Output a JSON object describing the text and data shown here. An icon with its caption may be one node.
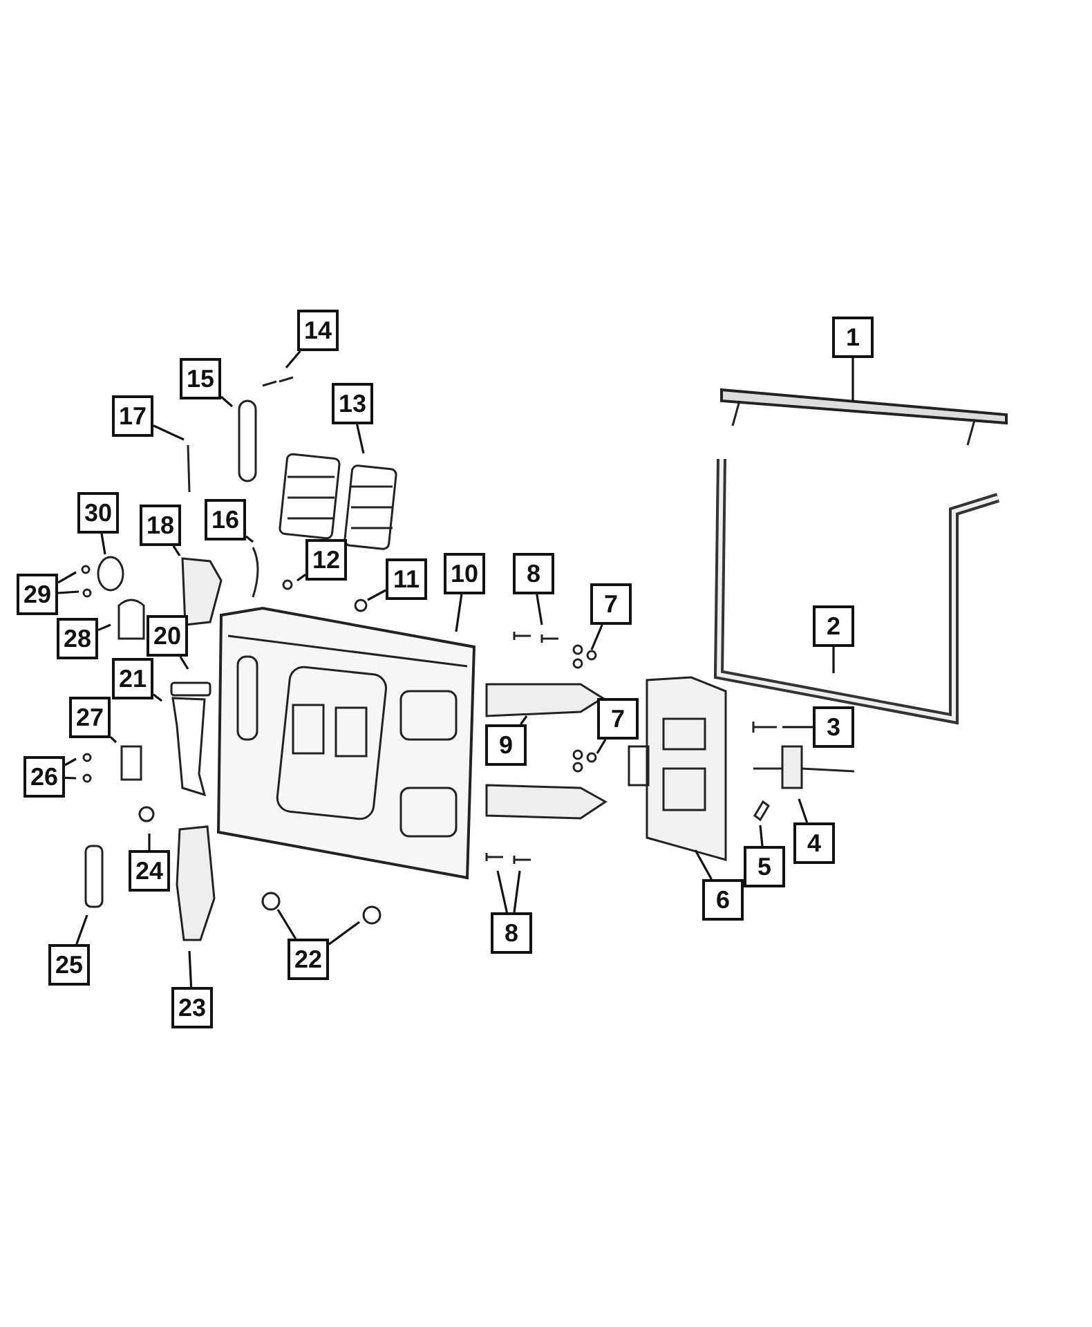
{
  "diagram": {
    "nodes": [
      {
        "text": [
          "1"
        ]
      },
      {
        "text": [
          "2"
        ]
      },
      {
        "text": [
          "3"
        ]
      },
      {
        "text": [
          "4"
        ]
      },
      {
        "text": [
          "5"
        ]
      },
      {
        "text": [
          "6"
        ]
      },
      {
        "text": [
          "7"
        ]
      },
      {
        "text": [
          "7"
        ]
      },
      {
        "text": [
          "8"
        ]
      },
      {
        "text": [
          "8"
        ]
      },
      {
        "text": [
          "9"
        ]
      },
      {
        "text": [
          "10"
        ]
      },
      {
        "text": [
          "11"
        ]
      },
      {
        "text": [
          "12"
        ]
      },
      {
        "text": [
          "13"
        ]
      },
      {
        "text": [
          "14"
        ]
      },
      {
        "text": [
          "15"
        ]
      },
      {
        "text": [
          "16"
        ]
      },
      {
        "text": [
          "17"
        ]
      },
      {
        "text": [
          "18"
        ]
      },
      {
        "text": [
          "20"
        ]
      },
      {
        "text": [
          "21"
        ]
      },
      {
        "text": [
          "22"
        ]
      },
      {
        "text": [
          "23"
        ]
      },
      {
        "text": [
          "24"
        ]
      },
      {
        "text": [
          "25"
        ]
      },
      {
        "text": [
          "26"
        ]
      },
      {
        "text": [
          "27"
        ]
      },
      {
        "text": [
          "28"
        ]
      },
      {
        "text": [
          "29"
        ]
      },
      {
        "text": [
          "30"
        ]
      }
    ],
    "edges": [
      {
        "from": 0,
        "to": null,
        "arrow": "none"
      },
      {
        "from": 1,
        "to": null,
        "arrow": "none"
      },
      {
        "from": 2,
        "to": null,
        "arrow": "none"
      },
      {
        "from": 3,
        "to": null,
        "arrow": "none"
      },
      {
        "from": 4,
        "to": null,
        "arrow": "none"
      },
      {
        "from": 5,
        "to": null,
        "arrow": "none"
      },
      {
        "from": 6,
        "to": null,
        "arrow": "none"
      },
      {
        "from": 7,
        "to": null,
        "arrow": "none"
      },
      {
        "from": 8,
        "to": null,
        "arrow": "none"
      },
      {
        "from": 9,
        "to": null,
        "arrow": "none"
      },
      {
        "from": 9,
        "to": null,
        "arrow": "none"
      },
      {
        "from": 10,
        "to": null,
        "arrow": "none"
      },
      {
        "from": 11,
        "to": null,
        "arrow": "none"
      },
      {
        "from": 12,
        "to": null,
        "arrow": "none"
      },
      {
        "from": 13,
        "to": null,
        "arrow": "none"
      },
      {
        "from": 14,
        "to": null,
        "arrow": "none"
      },
      {
        "from": 15,
        "to": null,
        "arrow": "none"
      },
      {
        "from": 16,
        "to": null,
        "arrow": "none"
      },
      {
        "from": 17,
        "to": null,
        "arrow": "none"
      },
      {
        "from": 18,
        "to": null,
        "arrow": "none"
      },
      {
        "from": 19,
        "to": null,
        "arrow": "none"
      },
      {
        "from": 20,
        "to": null,
        "arrow": "none"
      },
      {
        "from": 21,
        "to": null,
        "arrow": "none"
      },
      {
        "from": 22,
        "to": null,
        "arrow": "none"
      },
      {
        "from": 22,
        "to": null,
        "arrow": "none"
      },
      {
        "from": 23,
        "to": null,
        "arrow": "none"
      },
      {
        "from": 24,
        "to": null,
        "arrow": "none"
      },
      {
        "from": 25,
        "to": null,
        "arrow": "none"
      },
      {
        "from": 26,
        "to": null,
        "arrow": "none"
      },
      {
        "from": 26,
        "to": null,
        "arrow": "none"
      },
      {
        "from": 27,
        "to": null,
        "arrow": "none"
      },
      {
        "from": 28,
        "to": null,
        "arrow": "none"
      },
      {
        "from": 29,
        "to": null,
        "arrow": "none"
      },
      {
        "from": 29,
        "to": null,
        "arrow": "none"
      },
      {
        "from": 30,
        "to": null,
        "arrow": "none"
      }
    ]
  }
}
